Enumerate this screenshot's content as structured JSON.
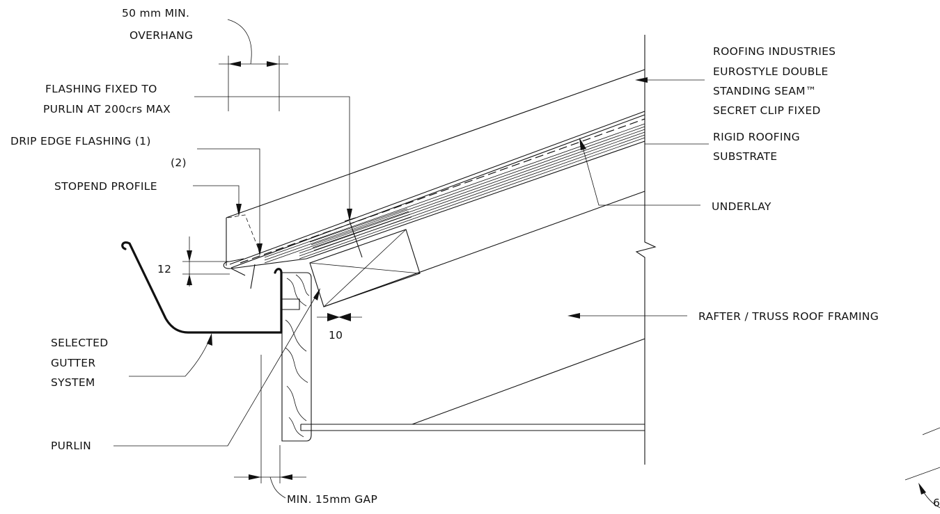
{
  "labels": {
    "overhang_line1": "50 mm MIN.",
    "overhang_line2": "OVERHANG",
    "flashing_line1": "FLASHING FIXED TO",
    "flashing_line2": "PURLIN AT 200crs MAX",
    "drip_line1": "DRIP EDGE FLASHING (1)",
    "drip_line2": "(2)",
    "stopend": "STOPEND PROFILE",
    "roof_line1": "ROOFING INDUSTRIES",
    "roof_line2": "EUROSTYLE DOUBLE",
    "roof_line3": "STANDING SEAM™",
    "roof_line4": "SECRET CLIP FIXED",
    "rigid_line1": "RIGID ROOFING",
    "rigid_line2": "SUBSTRATE",
    "underlay": "UNDERLAY",
    "rafter": "RAFTER / TRUSS ROOF FRAMING",
    "gutter_line1": "SELECTED",
    "gutter_line2": "GUTTER",
    "gutter_line3": "SYSTEM",
    "purlin": "PURLIN",
    "gap": "MIN. 15mm GAP",
    "dim_12": "12",
    "dim_10": "10",
    "corner_fragment": "6"
  }
}
